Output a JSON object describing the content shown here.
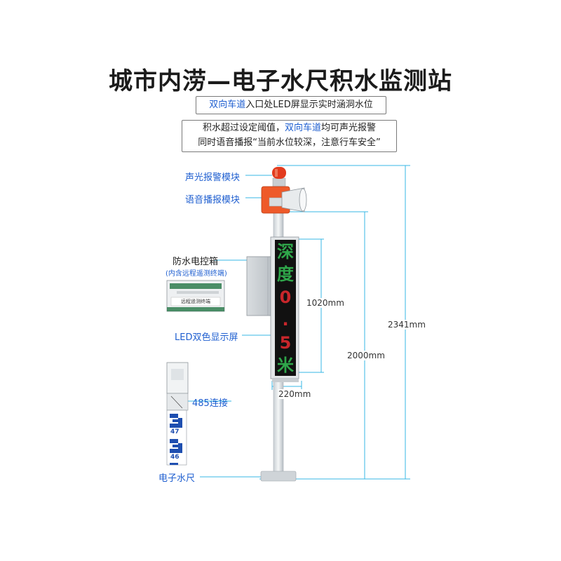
{
  "title": "城市内涝—电子水尺积水监测站",
  "info_box1": {
    "highlight": "双向车道",
    "text": "入口处LED屏显示实时涵洞水位"
  },
  "info_box2": {
    "line1_prefix": "积水超过设定阈值，",
    "line1_highlight": "双向车道",
    "line1_suffix": "均可声光报警",
    "line2": "同时语音播报“当前水位较深，注意行车安全”"
  },
  "labels": {
    "alarm_module": "声光报警模块",
    "voice_module": "语音播报模块",
    "control_box": "防水电控箱",
    "control_box_note": "(内含远程遥测终端)",
    "led_screen": "LED双色显示屏",
    "connection": "485连接",
    "water_gauge": "电子水尺",
    "terminal_name": "远程遥测终端"
  },
  "dimensions": {
    "screen_height": "1020mm",
    "screen_width": "220mm",
    "mount_height": "2000mm",
    "total_height": "2341mm"
  },
  "led_display": {
    "chars": [
      "深",
      "度",
      "0",
      ".",
      "5",
      "米"
    ]
  },
  "gauge_numbers": [
    "47",
    "46"
  ],
  "colors": {
    "accent_blue": "#1f5fd0",
    "dim_line": "#37b7e6",
    "led_green": "#2fa64a",
    "led_red": "#c8262b",
    "alarm_red": "#e23b1e",
    "speaker_orange": "#ee5a2a",
    "gauge_blue": "#1f4fb0"
  }
}
